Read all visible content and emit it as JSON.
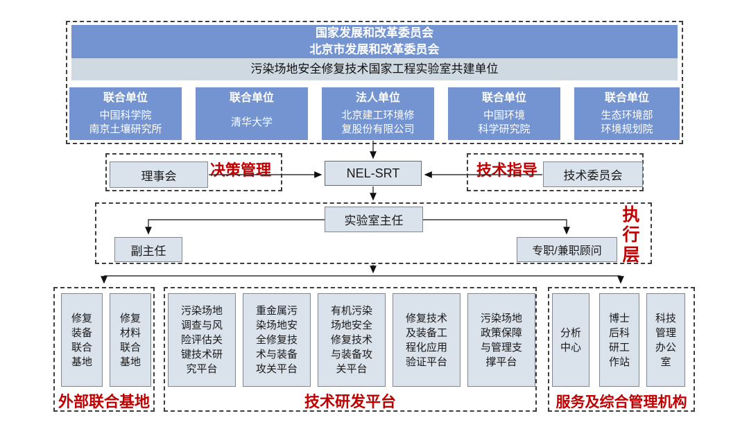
{
  "colors": {
    "blue": "#7394d1",
    "light_bar": "#cfd9e2",
    "light_box": "#dae2ec",
    "red": "#c00000"
  },
  "top": {
    "header": "国家发展和改革委员会\n北京市发展和改革委员会",
    "subheader": "污染场地安全修复技术国家工程实验室共建单位",
    "units": [
      {
        "role": "联合单位",
        "name": "中国科学院\n南京土壤研究所"
      },
      {
        "role": "联合单位",
        "name": "清华大学"
      },
      {
        "role": "法人单位",
        "name": "北京建工环境修\n复股份有限公司"
      },
      {
        "role": "联合单位",
        "name": "中国环境\n科学研究院"
      },
      {
        "role": "联合单位",
        "name": "生态环境部\n环境规划院"
      }
    ]
  },
  "middle": {
    "council": "理事会",
    "decision_label": "决策管理",
    "center": "NEL-SRT",
    "guidance_label": "技术指导",
    "committee": "技术委员会"
  },
  "executive": {
    "label": "执行层",
    "director": "实验室主任",
    "deputy": "副主任",
    "advisors": "专职/兼职顾问"
  },
  "bottom": {
    "external": {
      "label": "外部联合基地",
      "items": [
        "修复\n装备\n联合\n基地",
        "修复\n材料\n联合\n基地"
      ]
    },
    "platforms": {
      "label": "技术研发平台",
      "items": [
        "污染场地\n调查与风\n险评估关\n键技术研\n究平台",
        "重金属污\n染场地安\n全修复技\n术与装备\n攻关平台",
        "有机污染\n场地安全\n修复技术\n与装备攻\n关平台",
        "修复技术\n及装备工\n程化应用\n验证平台",
        "污染场地\n政策保障\n与管理支\n撑平台"
      ]
    },
    "services": {
      "label": "服务及综合管理机构",
      "items": [
        "分析\n中心",
        "博士\n后科\n研工\n作站",
        "科技\n管理\n办公\n室"
      ]
    }
  }
}
